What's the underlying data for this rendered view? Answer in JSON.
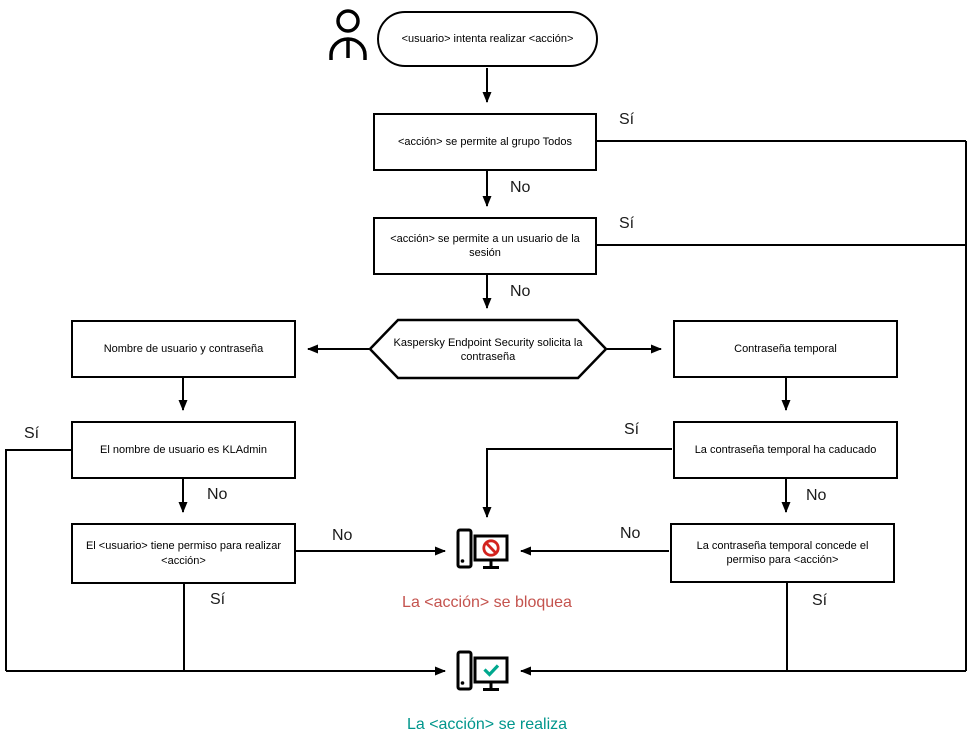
{
  "labels": {
    "yes": "Sí",
    "no": "No"
  },
  "nodes": {
    "start": "<usuario> intenta realizar <acción>",
    "allow_all": "<acción> se permite al grupo Todos",
    "allow_session": "<acción> se permite a un usuario de la sesión",
    "kes_prompt": "Kaspersky Endpoint Security solicita la contraseña",
    "user_pass": "Nombre de usuario y contraseña",
    "is_kladmin": "El nombre de usuario es KLAdmin",
    "user_permission": "El <usuario> tiene permiso para realizar <acción>",
    "temp_pass": "Contraseña temporal",
    "temp_expired": "La contraseña temporal ha caducado",
    "temp_grants": "La contraseña temporal concede el permiso para <acción>",
    "blocked": "La <acción> se bloquea",
    "performed": "La <acción> se realiza"
  },
  "icons": {
    "actor": "person-icon",
    "blocked": "blocked-computer-icon",
    "performed": "success-computer-icon"
  },
  "colors": {
    "line": "#000000",
    "blocked_text": "#c4534e",
    "blocked_sign": "#d3231e",
    "performed_text": "#00968c",
    "check": "#00a88e"
  }
}
